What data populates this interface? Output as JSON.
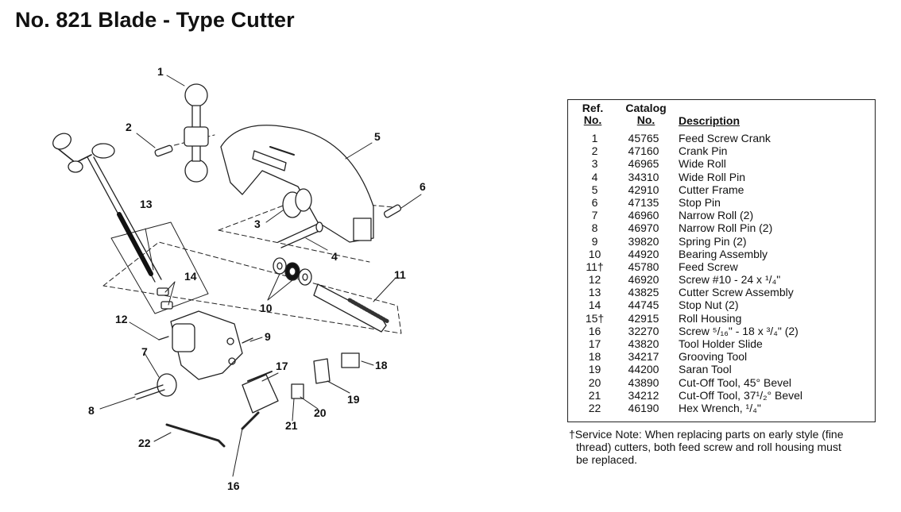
{
  "title": "No. 821 Blade - Type Cutter",
  "callouts": [
    "1",
    "2",
    "3",
    "4",
    "5",
    "6",
    "7",
    "8",
    "9",
    "10",
    "11",
    "12",
    "13",
    "14",
    "16",
    "17",
    "18",
    "19",
    "20",
    "21",
    "22"
  ],
  "table": {
    "headers": {
      "ref_line1": "Ref.",
      "ref_line2": "No.",
      "catalog_line1": "Catalog",
      "catalog_line2": "No.",
      "description": "Description"
    },
    "rows": [
      {
        "ref": "1",
        "catalog": "45765",
        "description": "Feed Screw Crank"
      },
      {
        "ref": "2",
        "catalog": "47160",
        "description": "Crank Pin"
      },
      {
        "ref": "3",
        "catalog": "46965",
        "description": "Wide Roll"
      },
      {
        "ref": "4",
        "catalog": "34310",
        "description": "Wide Roll Pin"
      },
      {
        "ref": "5",
        "catalog": "42910",
        "description": "Cutter Frame"
      },
      {
        "ref": "6",
        "catalog": "47135",
        "description": "Stop Pin"
      },
      {
        "ref": "7",
        "catalog": "46960",
        "description": "Narrow Roll (2)"
      },
      {
        "ref": "8",
        "catalog": "46970",
        "description": "Narrow Roll Pin (2)"
      },
      {
        "ref": "9",
        "catalog": "39820",
        "description": "Spring Pin (2)"
      },
      {
        "ref": "10",
        "catalog": "44920",
        "description": "Bearing Assembly"
      },
      {
        "ref": "11†",
        "catalog": "45780",
        "description": "Feed Screw"
      },
      {
        "ref": "12",
        "catalog": "46920",
        "description": "Screw #10 - 24 x ¹/₄\""
      },
      {
        "ref": "13",
        "catalog": "43825",
        "description": "Cutter Screw Assembly"
      },
      {
        "ref": "14",
        "catalog": "44745",
        "description": "Stop Nut (2)"
      },
      {
        "ref": "15†",
        "catalog": "42915",
        "description": "Roll Housing"
      },
      {
        "ref": "16",
        "catalog": "32270",
        "description": "Screw ⁵/₁₆\" - 18 x ³/₄\" (2)"
      },
      {
        "ref": "17",
        "catalog": "43820",
        "description": "Tool Holder Slide"
      },
      {
        "ref": "18",
        "catalog": "34217",
        "description": "Grooving Tool"
      },
      {
        "ref": "19",
        "catalog": "44200",
        "description": "Saran Tool"
      },
      {
        "ref": "20",
        "catalog": "43890",
        "description": "Cut-Off Tool, 45° Bevel"
      },
      {
        "ref": "21",
        "catalog": "34212",
        "description": "Cut-Off Tool, 37¹/₂° Bevel"
      },
      {
        "ref": "22",
        "catalog": "46190",
        "description": "Hex Wrench, ¹/₄\""
      }
    ]
  },
  "note": {
    "line1": "†Service Note: When replacing parts on early style (fine",
    "line2": "thread) cutters, both feed screw and roll housing must",
    "line3": "be replaced."
  }
}
